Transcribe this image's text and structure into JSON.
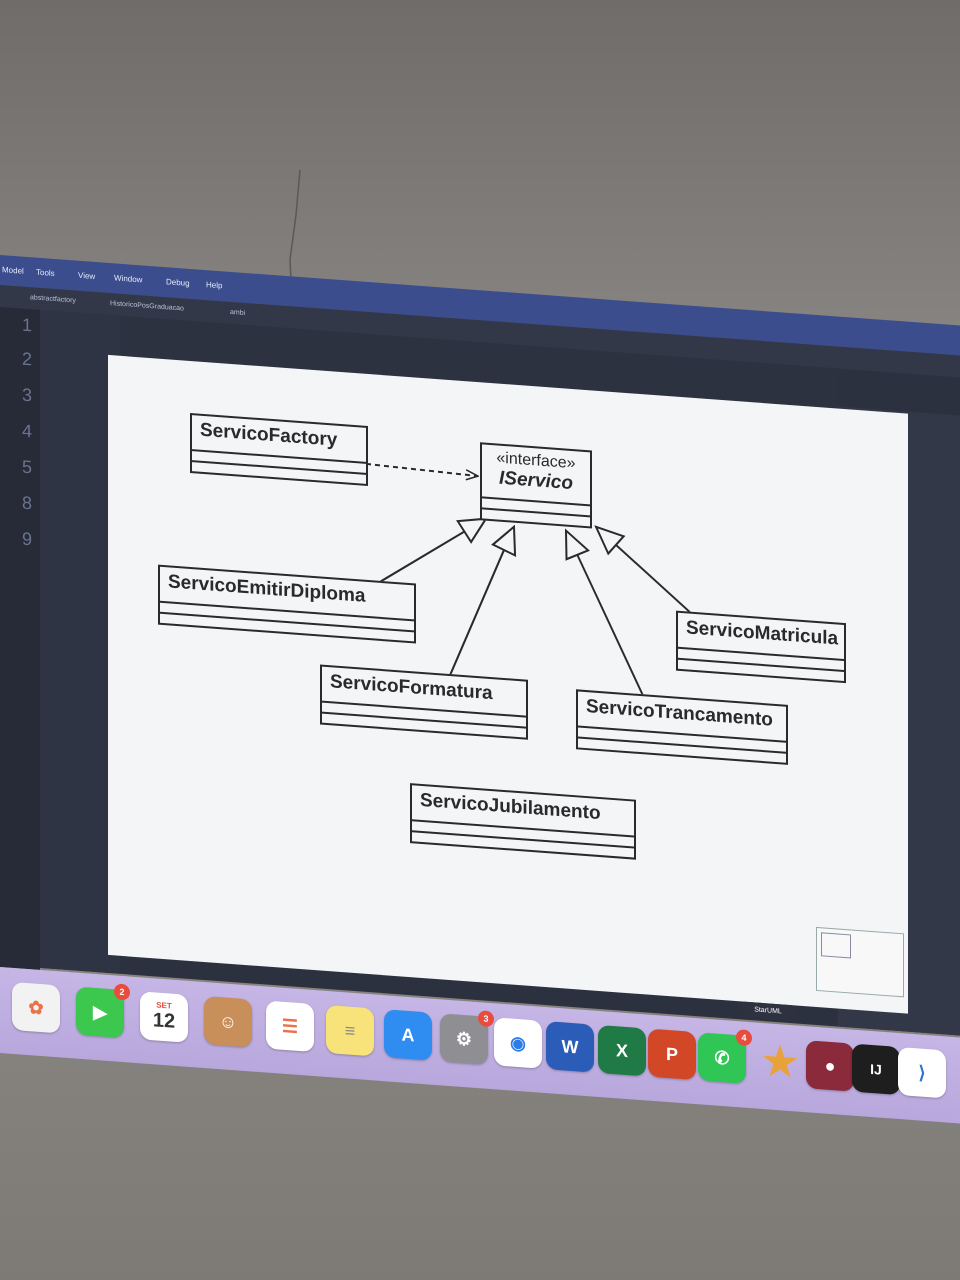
{
  "menubar": {
    "items": [
      "Model",
      "Tools",
      "View",
      "Window",
      "Debug",
      "Help"
    ]
  },
  "tabs": [
    "abstractfactory",
    "HistoricoPosGraduacao",
    "ambi"
  ],
  "diagram": {
    "classes": [
      {
        "id": "factory",
        "name": "ServicoFactory"
      },
      {
        "id": "iservico",
        "stereotype": "«interface»",
        "name": "IServico"
      },
      {
        "id": "diploma",
        "name": "ServicoEmitirDiploma"
      },
      {
        "id": "matricula",
        "name": "ServicoMatricula"
      },
      {
        "id": "formatura",
        "name": "ServicoFormatura"
      },
      {
        "id": "trancamento",
        "name": "ServicoTrancamento"
      },
      {
        "id": "jubilamento",
        "name": "ServicoJubilamento"
      }
    ],
    "relations": [
      {
        "type": "dependency",
        "from": "factory",
        "to": "iservico"
      },
      {
        "type": "realization",
        "from": "diploma",
        "to": "iservico"
      },
      {
        "type": "realization",
        "from": "formatura",
        "to": "iservico"
      },
      {
        "type": "realization",
        "from": "trancamento",
        "to": "iservico"
      },
      {
        "type": "realization",
        "from": "matricula",
        "to": "iservico"
      }
    ]
  },
  "tooltip": "StarUML",
  "calendar": {
    "month": "SET",
    "day": "12"
  },
  "dock": {
    "badges": {
      "facetime": "2",
      "settings": "3",
      "whatsapp": "4"
    }
  },
  "colors": {
    "menubar": "#3b4d8c",
    "ide_bg": "#2c3140",
    "canvas": "#f4f5f7",
    "dock": "#c6b6e6"
  }
}
